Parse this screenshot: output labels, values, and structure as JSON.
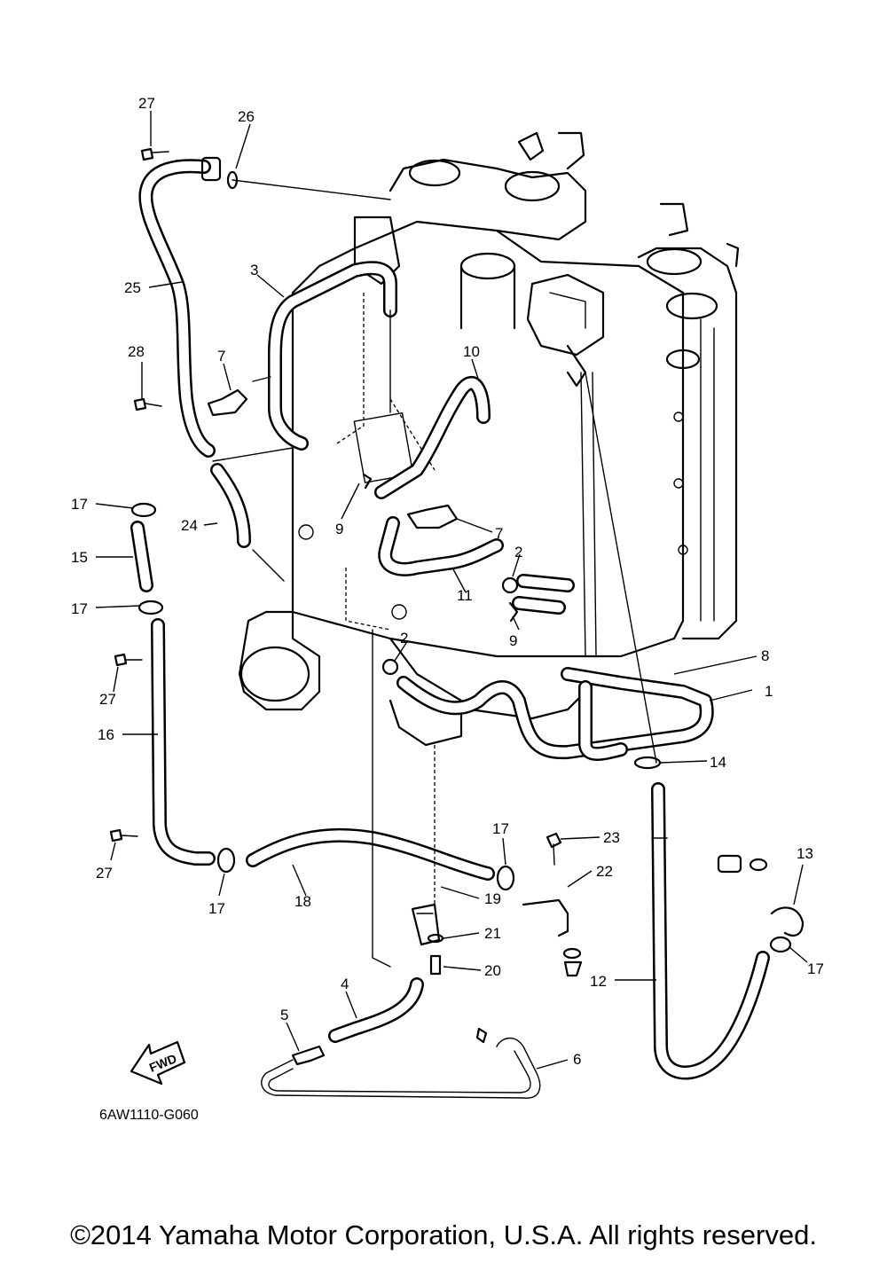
{
  "diagram": {
    "drawing_code": "6AW1110-G060",
    "fwd_label": "FWD",
    "callouts": [
      "1",
      "2",
      "2",
      "3",
      "4",
      "5",
      "6",
      "7",
      "7",
      "8",
      "9",
      "9",
      "10",
      "11",
      "12",
      "13",
      "14",
      "15",
      "16",
      "17",
      "17",
      "17",
      "17",
      "17",
      "18",
      "19",
      "20",
      "21",
      "22",
      "23",
      "24",
      "25",
      "26",
      "27",
      "27",
      "27",
      "28"
    ]
  },
  "footer": {
    "copyright": "©2014 Yamaha Motor Corporation, U.S.A. All rights reserved."
  }
}
